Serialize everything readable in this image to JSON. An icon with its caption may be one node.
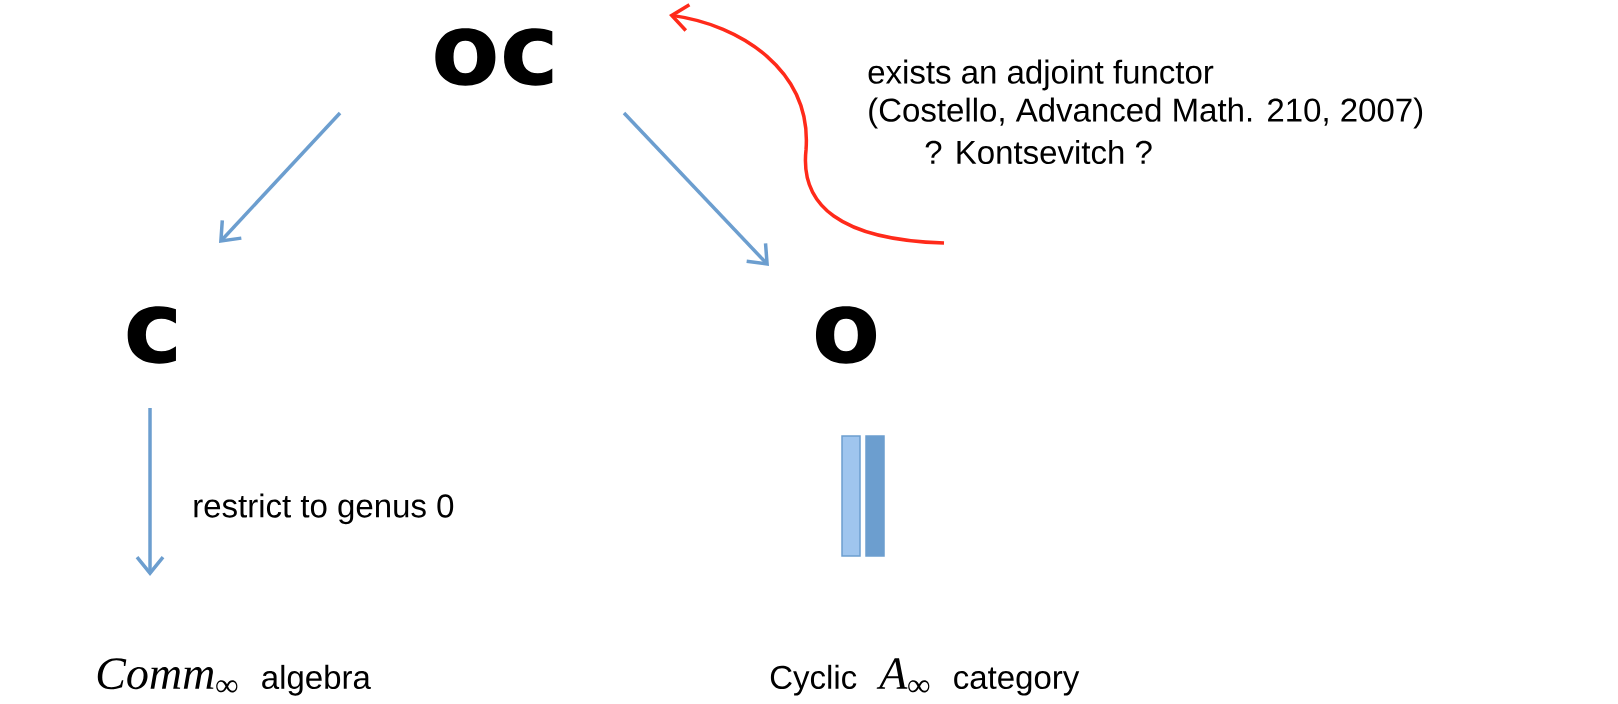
{
  "diagram": {
    "nodes": [
      {
        "text": [
          "oc"
        ]
      },
      {
        "text": [
          "c"
        ]
      },
      {
        "text": [
          "o"
        ]
      },
      {
        "text": [
          "Comm$_{∞}$",
          "algebra"
        ]
      },
      {
        "text": [
          "Cyclic",
          "A$_{∞}$",
          "category"
        ]
      },
      {
        "text": [],
        "shape": "bar"
      }
    ],
    "edges": [
      {
        "from": 0,
        "to": 1,
        "arrow": "to"
      },
      {
        "from": 0,
        "to": 2,
        "arrow": "to"
      },
      {
        "from": 1,
        "to": 3,
        "arrow": "to",
        "label": "restrict to genus  0"
      },
      {
        "from": null,
        "to": 0,
        "arrow": "to",
        "color": "#ff2a1a"
      }
    ],
    "labels": [
      "exists an adjoint functor",
      "(Costello,  Advanced Math. 210, 2007)",
      "? Kontsevitch ?"
    ]
  }
}
